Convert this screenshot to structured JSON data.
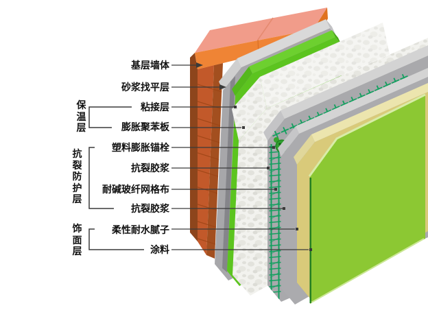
{
  "diagram": {
    "type": "construction-detail",
    "subject": "exterior-wall-insulation-system-layers",
    "groups": [
      {
        "id": "baowenceng",
        "text": "保温层"
      },
      {
        "id": "kangliefanghuceng",
        "text": "抗裂防护层"
      },
      {
        "id": "shimianceng",
        "text": "饰面层"
      }
    ],
    "labels": [
      {
        "id": "jiceng-qiangti",
        "text": "基层墙体"
      },
      {
        "id": "shajiang-zhaoping",
        "text": "砂浆找平层"
      },
      {
        "id": "zhanjieceng",
        "text": "粘接层"
      },
      {
        "id": "pengzhang-juben-ban",
        "text": "膨胀聚苯板"
      },
      {
        "id": "suliao-pengzhang-maoshuan",
        "text": "塑料膨胀锚栓"
      },
      {
        "id": "kanglie-jiaojiang-1",
        "text": "抗裂胶浆"
      },
      {
        "id": "naijian-boxian-wanggebu",
        "text": "耐碱玻纤网格布"
      },
      {
        "id": "kanglie-jiaojiang-2",
        "text": "抗裂胶浆"
      },
      {
        "id": "rouxing-naishui-nizi",
        "text": "柔性耐水腻子"
      },
      {
        "id": "tuliao",
        "text": "涂料"
      }
    ],
    "colors": {
      "brick_front": "#c2592a",
      "brick_side": "#8d451c",
      "brick_return": "#a34f1f",
      "brick_line": "#9c4516",
      "cap_top": "#f19c8a",
      "cap_front": "#ef8435",
      "cap_end": "#e0721f",
      "mortar_front": "#a7a7aa",
      "mortar_top": "#d9d9d9",
      "mortar_bevel": "#cfcfcf",
      "mortar_shadow": "#85858a",
      "bond_green": "#5cc41f",
      "bond_band": "#6dd02f",
      "bond_bevel": "#54b81c",
      "foam_base": "#f2f2ee",
      "foam_bump": "#e2e2dc",
      "crack1_front": "#a9a9ac",
      "crack1_top": "#d3d3d3",
      "crack1_bevel": "#c4c4c6",
      "crack2_front": "#ababae",
      "crack2_top": "#d4d4d4",
      "crack2_bevel": "#c6c6c8",
      "mesh_green": "#12a05f",
      "putty_front": "#d9ca7a",
      "putty_top": "#ece5ae",
      "putty_bevel": "#e0d79b",
      "paint_green": "#8cc833",
      "paint_edge_light": "#d8eca8",
      "paint_edge_dark": "#1f7d20",
      "anchor_green": "#2f9e2f",
      "anchor_dark": "#145c14",
      "line": "#3a3a3a",
      "text": "#111111"
    }
  }
}
